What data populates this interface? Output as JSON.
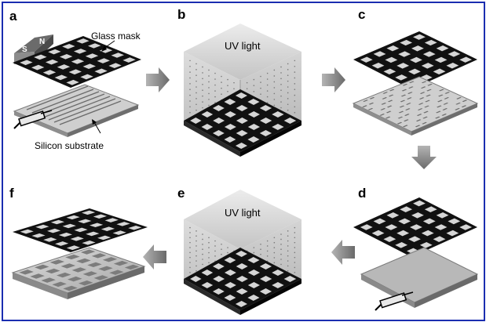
{
  "panels": {
    "a": {
      "letter": "a",
      "glass_mask": "Glass mask",
      "silicon_substrate": "Silicon substrate",
      "pole_s": "S",
      "pole_n": "N"
    },
    "b": {
      "letter": "b",
      "uv_label": "UV light"
    },
    "c": {
      "letter": "c"
    },
    "d": {
      "letter": "d"
    },
    "e": {
      "letter": "e",
      "uv_label": "UV light"
    },
    "f": {
      "letter": "f"
    }
  },
  "colors": {
    "frame": "#1a2db0",
    "arrow": "#808080",
    "mask": "#111111",
    "hole": "#d4d4d4",
    "substrate": "#c8c8c8"
  }
}
